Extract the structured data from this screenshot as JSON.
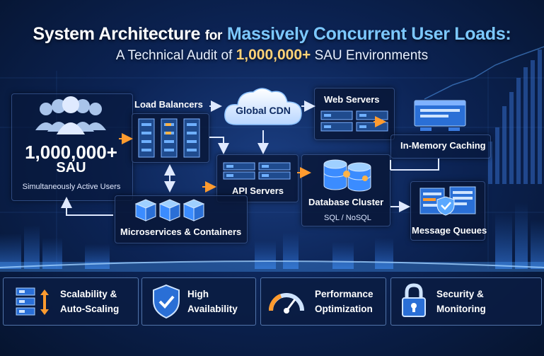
{
  "title": {
    "part1": "System Architecture",
    "part2": "for",
    "part3": "Massively Concurrent User Loads:",
    "sub1": "A Technical Audit of",
    "sub2": "1,000,000+",
    "sub3": "SAU Environments"
  },
  "users": {
    "count": "1,000,000+",
    "unit": "SAU",
    "description": "Simultaneously Active Users",
    "icon": "users-group-icon"
  },
  "nodes": {
    "load_balancers": "Load Balancers",
    "cdn": "Global CDN",
    "web_servers": "Web Servers",
    "caching": "In-Memory Caching",
    "api_servers": "API Servers",
    "database": "Database Cluster",
    "database_sub": "SQL / NoSQL",
    "microservices": "Microservices & Containers",
    "queues": "Message Queues"
  },
  "features": [
    {
      "line1": "Scalability &",
      "line2": "Auto-Scaling",
      "icon": "server-scaling-icon"
    },
    {
      "line1": "High",
      "line2": "Availability",
      "icon": "shield-check-icon"
    },
    {
      "line1": "Performance",
      "line2": "Optimization",
      "icon": "speedometer-icon"
    },
    {
      "line1": "Security &",
      "line2": "Monitoring",
      "icon": "padlock-icon"
    }
  ],
  "colors": {
    "accent": "#7cc8ff",
    "highlight": "#ffd277",
    "arrow_orange": "#ff9b2f",
    "arrow_white": "#dfe9ff"
  }
}
